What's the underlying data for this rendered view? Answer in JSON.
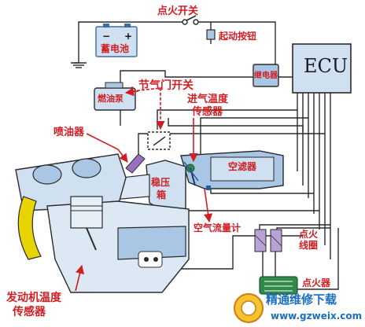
{
  "labels": {
    "ignition_switch": "点火开关",
    "start_button": "起动按钮",
    "battery": "蓄电池",
    "battery_neg": "−",
    "battery_pos": "+",
    "relay": "继电器",
    "ecu": "ECU",
    "fuel_pump": "燃油泵",
    "throttle_switch": "节气门开关",
    "intake_temp_sensor_1": "进气温度",
    "intake_temp_sensor_2": "传感器",
    "injector": "喷油器",
    "air_filter": "空滤器",
    "surge_tank_1": "稳压",
    "surge_tank_2": "箱",
    "air_flow_meter": "空气流量计",
    "ignition_coil_1": "点火",
    "ignition_coil_2": "线圈",
    "coolant_temp_sensor_1": "发动机温度",
    "coolant_temp_sensor_2": "传感器",
    "distributor": "点火器"
  },
  "watermark": {
    "text": "精通维修下载",
    "url": "www.gzweix.com"
  },
  "colors": {
    "label_red": "#d01e24",
    "wire": "#2b2b2b",
    "panel_blue": "#dce8f4",
    "part_blue": "#a9c7e4",
    "yellow_pipe": "#e8d400",
    "green_part": "#2f8a4a"
  }
}
